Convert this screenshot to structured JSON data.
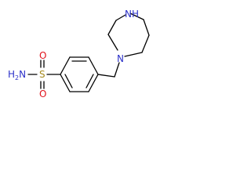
{
  "molecule": {
    "atoms": {
      "nh_ring": {
        "text": "N",
        "sub": "",
        "suffix": "H",
        "color": "#2c31c9"
      },
      "n_ring": {
        "text": "N",
        "color": "#2c31c9"
      },
      "sulfur": {
        "text": "S",
        "color": "#a68a1e"
      },
      "oxygen_top": {
        "text": "O",
        "color": "#e0121b"
      },
      "oxygen_bottom": {
        "text": "O",
        "color": "#e0121b"
      },
      "amide": {
        "text": "H",
        "sub": "2",
        "suffix": "N",
        "color": "#2c31c9"
      }
    }
  }
}
